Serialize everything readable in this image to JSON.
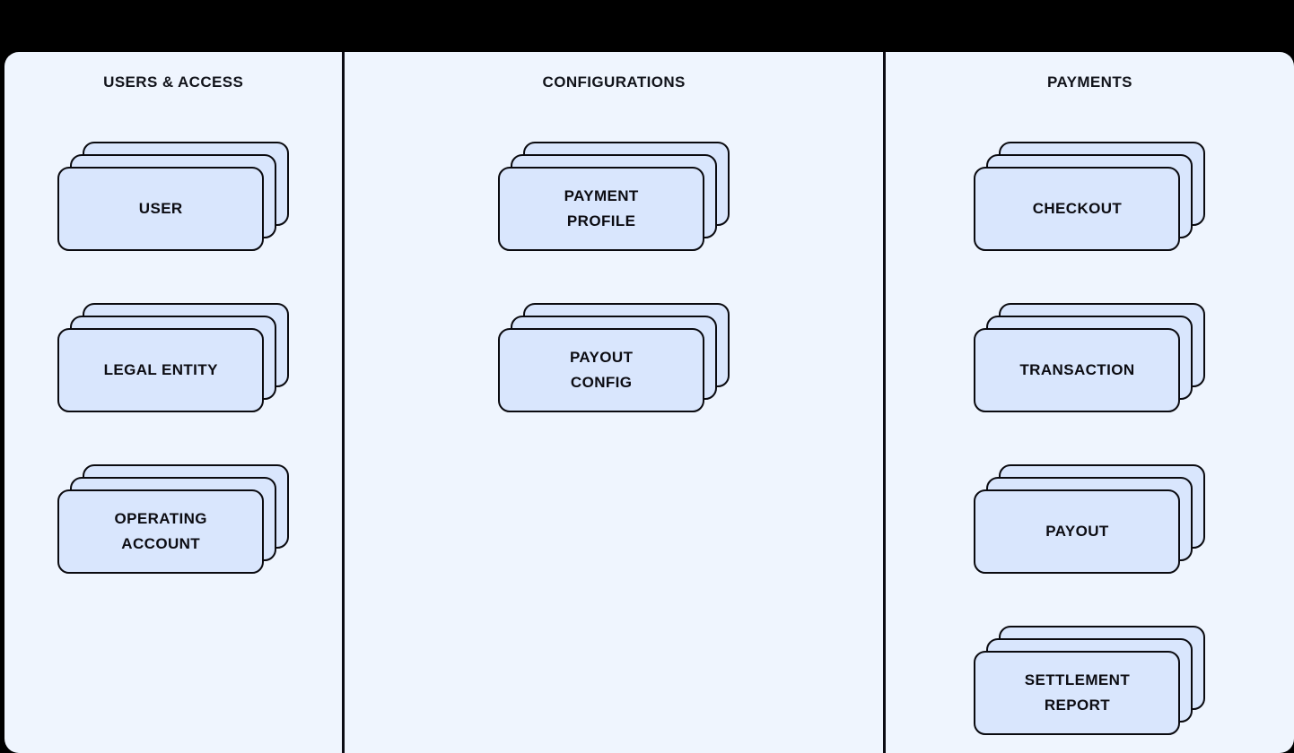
{
  "canvas": {
    "background_color": "#000000",
    "panel_background_color": "#eff5fe",
    "card_fill_color": "#d9e6fd",
    "card_border_color": "#0a0a0f",
    "divider_color": "#0c0c14",
    "text_color": "#0c0c12"
  },
  "columns": [
    {
      "id": "users-access",
      "title": "USERS & ACCESS",
      "entities": [
        {
          "id": "user",
          "label": "USER",
          "stack_count": 3
        },
        {
          "id": "legal-entity",
          "label": "LEGAL ENTITY",
          "stack_count": 3
        },
        {
          "id": "operating-account",
          "label": "OPERATING\nACCOUNT",
          "stack_count": 3
        }
      ]
    },
    {
      "id": "configurations",
      "title": "CONFIGURATIONS",
      "entities": [
        {
          "id": "payment-profile",
          "label": "PAYMENT\nPROFILE",
          "stack_count": 3
        },
        {
          "id": "payout-config",
          "label": "PAYOUT\nCONFIG",
          "stack_count": 3
        }
      ]
    },
    {
      "id": "payments",
      "title": "PAYMENTS",
      "entities": [
        {
          "id": "checkout",
          "label": "CHECKOUT",
          "stack_count": 3
        },
        {
          "id": "transaction",
          "label": "TRANSACTION",
          "stack_count": 3
        },
        {
          "id": "payout",
          "label": "PAYOUT",
          "stack_count": 3
        },
        {
          "id": "settlement-report",
          "label": "SETTLEMENT\nREPORT",
          "stack_count": 3
        }
      ]
    }
  ]
}
